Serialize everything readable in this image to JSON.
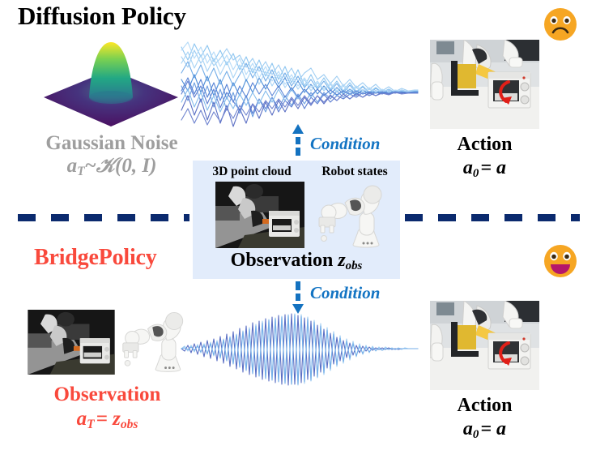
{
  "figure": {
    "top_section": {
      "title": "Diffusion Policy",
      "noise_source": {
        "label": "Gaussian Noise",
        "formula_prefix": "a",
        "formula_sub": "T",
        "formula_rest": "~ℕ(0, I)",
        "formula_plain": "a_T ~ N(0, I)",
        "color": "#9e9e9e",
        "surface_colormap": "viridis",
        "surface_name": "gaussian-surface-3d"
      },
      "trajectory_plot": {
        "name": "diffusion-noise-trajectories",
        "description": "many noisy random-walk trajectories converging at the right",
        "line_color_light": "#8ec6f0",
        "line_color_dark": "#5b6fc4",
        "n_traces": 12
      },
      "condition": {
        "label": "Condition",
        "arrow": "up",
        "color": "#1374C3"
      },
      "result": {
        "label": "Action",
        "formula_prefix": "a",
        "formula_sub": "0",
        "formula_rest": "= a",
        "formula_plain": "a_0 = a",
        "image_name": "robot-opening-oven-photo"
      },
      "emoji": {
        "name": "sad-face-emoji",
        "mood": "sad",
        "color": "#F5A623"
      }
    },
    "observation_box": {
      "background_color": "#e2ecfb",
      "left_label": "3D point cloud",
      "right_label": "Robot states",
      "caption_prefix": "Observation ",
      "caption_var": "z",
      "caption_sub": "obs",
      "caption_plain": "Observation z_obs",
      "left_image_name": "point-cloud-scene-photo",
      "right_image_name": "franka-robot-arm-render"
    },
    "divider": {
      "name": "dashed-divider",
      "color": "#0b2a6e",
      "style": "dashed"
    },
    "bottom_section": {
      "title": "BridgePolicy",
      "title_color": "#F9493C",
      "source": {
        "label": "Observation",
        "formula_prefix": "a",
        "formula_sub": "T",
        "formula_rest": "= z",
        "formula_sub2": "obs",
        "formula_plain": "a_T = z_obs",
        "color": "#F9493C",
        "left_image_name": "point-cloud-scene-photo",
        "right_image_name": "franka-robot-arm-render"
      },
      "trajectory_plot": {
        "name": "bridge-noise-trajectories",
        "description": "tight high-frequency oscillating signal about a flat baseline",
        "line_color_light": "#8ec6f0",
        "line_color_dark": "#5b6fc4",
        "n_traces": 3
      },
      "condition": {
        "label": "Condition",
        "arrow": "down",
        "color": "#1374C3"
      },
      "result": {
        "label": "Action",
        "formula_prefix": "a",
        "formula_sub": "0",
        "formula_rest": "= a",
        "formula_plain": "a_0 = a",
        "image_name": "robot-opening-oven-photo"
      },
      "emoji": {
        "name": "happy-face-emoji",
        "mood": "happy",
        "color": "#F5A623"
      }
    }
  }
}
